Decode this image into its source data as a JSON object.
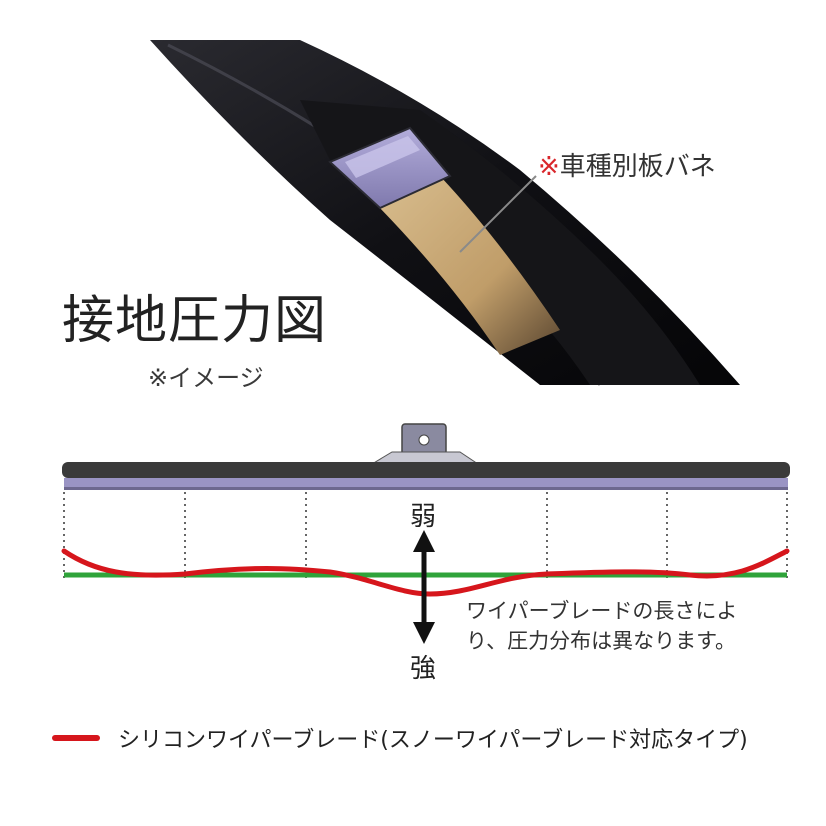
{
  "illustration": {
    "title": "接地圧力図",
    "subtitle": "※イメージ",
    "callout_mark": "※",
    "callout_text": "車種別板バネ",
    "colors": {
      "spring": "#c7a878",
      "frame": "#9a94c4",
      "rubber": "#1b1b1f"
    }
  },
  "diagram": {
    "weak_label": "弱",
    "strong_label": "強",
    "note_lines": [
      "ワイパーブレードの長さによ",
      "り、圧力分布は異なります。"
    ],
    "colors": {
      "baseline": "#2fa33a",
      "silicone_curve": "#d6161c",
      "blade_body": "#3a3a3a",
      "blade_rail": "#9a94c4"
    }
  },
  "legend": {
    "items": [
      {
        "label": "シリコンワイパーブレード(スノーワイパーブレード対応タイプ)",
        "color": "#d6161c",
        "icon": "red-line-swatch"
      }
    ]
  }
}
